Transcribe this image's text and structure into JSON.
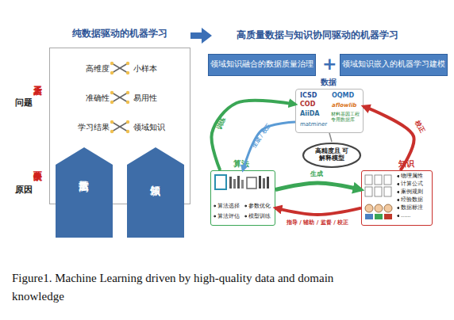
{
  "diagram": {
    "caption": "Figure1. Machine Learning driven by high-quality data and domain knowledge",
    "nodes": [
      {
        "text": [
          "纯数据驱动的机器学习",
          "高维度",
          "小样本",
          "准确性",
          "易用性",
          "学习结果",
          "领域知识"
        ]
      },
      {
        "text": [
          "高质量数据"
        ]
      },
      {
        "text": [
          "领域知识"
        ]
      },
      {
        "text": [
          "领域知识融合的数据质量治理"
        ]
      },
      {
        "text": [
          "领域知识嵌入的机器学习建模"
        ]
      },
      {
        "text": [
          "数据",
          "ICSD",
          "OQMD",
          "COD",
          "AiiDA",
          "aflowlib",
          "matminer",
          "材料基因工程专用数据库"
        ]
      },
      {
        "text": [
          "高精度且 可解释模型"
        ]
      },
      {
        "text": [
          "算法",
          "算法选择",
          "参数优化",
          "算法评估",
          "模型训练"
        ]
      },
      {
        "text": [
          "知识",
          "物理属性",
          "计算公式",
          "案例规则",
          "经验数据",
          "数据标注",
          "......"
        ]
      }
    ],
    "edges": [
      {
        "from": 7,
        "to": 5,
        "arrow": "to",
        "label": "训练"
      },
      {
        "from": 5,
        "to": 7,
        "arrow": "to",
        "label": "生成 / 校正"
      },
      {
        "from": 8,
        "to": 5,
        "arrow": "to",
        "label": "校正"
      },
      {
        "from": 7,
        "to": 8,
        "arrow": "to",
        "label": "生成"
      },
      {
        "from": 8,
        "to": 7,
        "arrow": "to",
        "label": "指导 / 辅助 / 监督 / 校正"
      },
      {
        "from": 5,
        "to": 6,
        "arrow": "none"
      }
    ],
    "labels": [
      "高质量数据与知识协同驱动的机器学习",
      "问题",
      "三大矛盾",
      "原因",
      "两个缺失",
      "+"
    ]
  }
}
